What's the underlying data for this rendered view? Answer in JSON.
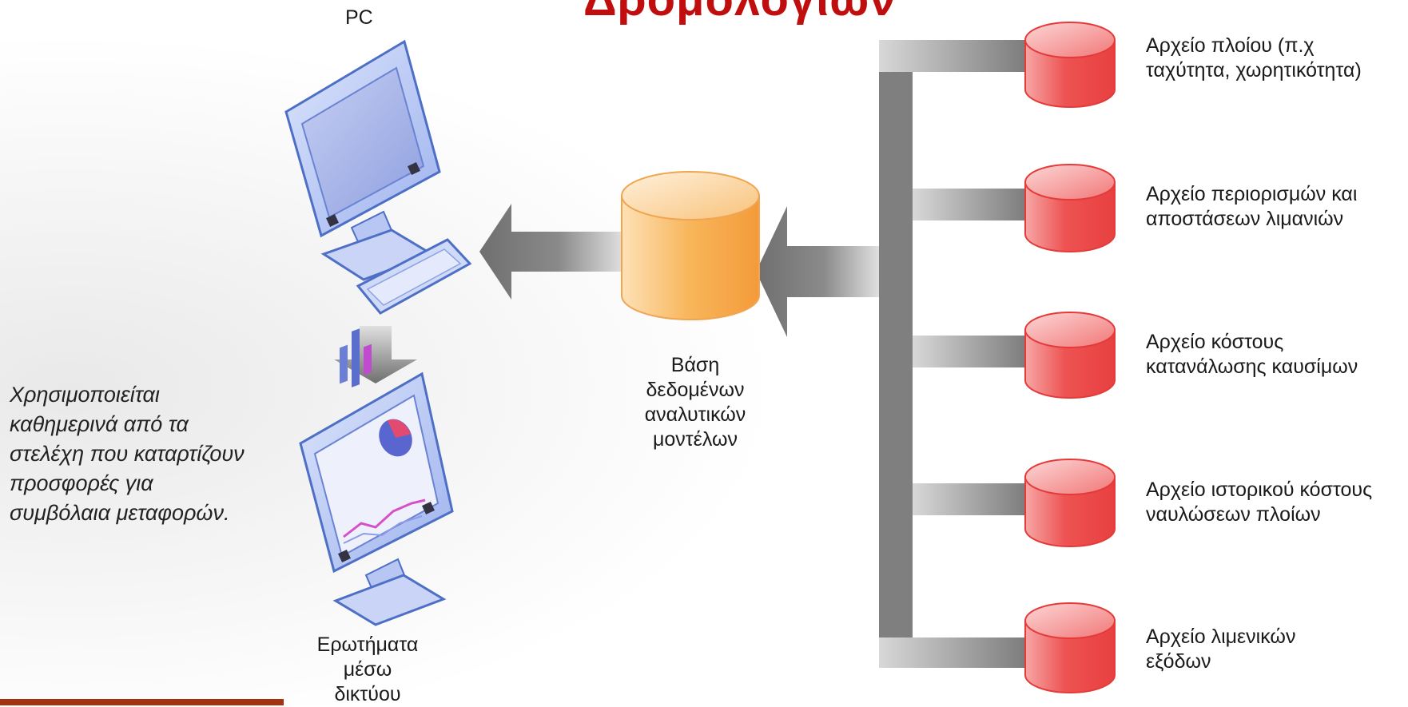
{
  "title_fragment": "Δρομολογίων",
  "pc": {
    "label": "PC"
  },
  "usage_note": "Χρησιμοποιείται\nκαθημερινά από τα\nστελέχη που καταρτίζουν\nπροσφορές για\nσυμβόλαια μεταφορών.",
  "database": {
    "label": "Βάση\nδεδομένων\nαναλυτικών\nμοντέλων"
  },
  "network_queries": {
    "label": "Ερωτήματα\nμέσω\nδικτύου"
  },
  "files": [
    {
      "label": "Αρχείο πλοίου (π.χ\nταχύτητα, χωρητικότητα)"
    },
    {
      "label": "Αρχείο περιορισμών και\nαποστάσεων λιμανιών"
    },
    {
      "label": "Αρχείο κόστους\nκατανάλωσης καυσίμων"
    },
    {
      "label": "Αρχείο ιστορικού κόστους\nναυλώσεων πλοίων"
    },
    {
      "label": "Αρχείο λιμενικών\nεξόδων"
    }
  ],
  "colors": {
    "title": "#c00d0d",
    "file_db": "#f04848",
    "main_db": "#f5a540",
    "connector": "#7f7f7f",
    "monitor": "#6f8fd8"
  }
}
